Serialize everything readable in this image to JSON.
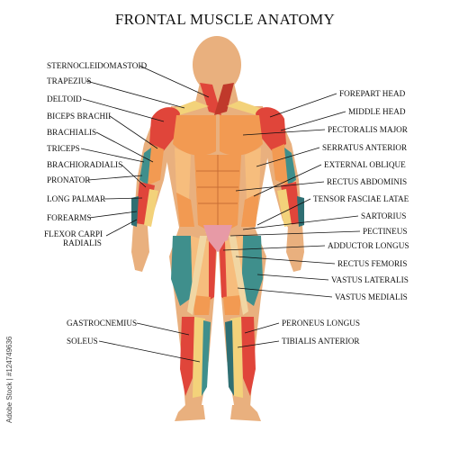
{
  "title": "FRONTAL MUSCLE ANATOMY",
  "watermark": "Adobe Stock | #124749636",
  "colors": {
    "skin": "#e9b07e",
    "skin_shadow": "#d99a66",
    "red": "#e0453a",
    "dark_red": "#c0392b",
    "orange": "#f29a52",
    "light_orange": "#f6bd7d",
    "yellow": "#f3d27a",
    "teal": "#3f8f8c",
    "dark_teal": "#2f6f73",
    "pink": "#e79aa6",
    "cream": "#f1d6a3"
  },
  "labels_left": [
    {
      "text": "STERNOCLEIDOMASTOID"
    },
    {
      "text": "TRAPEZIUS"
    },
    {
      "text": "DELTOID"
    },
    {
      "text": "BICEPS BRACHII"
    },
    {
      "text": "BRACHIALIS"
    },
    {
      "text": "TRICEPS"
    },
    {
      "text": "BRACHIORADIALIS"
    },
    {
      "text": "PRONATOR"
    },
    {
      "text": "LONG PALMAR"
    },
    {
      "text": "FOREARMS"
    },
    {
      "text": "FLEXOR CARPI"
    },
    {
      "text": "RADIALIS"
    },
    {
      "text": "GASTROCNEMIUS"
    },
    {
      "text": "SOLEUS"
    }
  ],
  "labels_right": [
    {
      "text": "FOREPART HEAD"
    },
    {
      "text": "MIDDLE HEAD"
    },
    {
      "text": "PECTORALIS MAJOR"
    },
    {
      "text": "SERRATUS ANTERIOR"
    },
    {
      "text": "EXTERNAL OBLIQUE"
    },
    {
      "text": "RECTUS ABDOMINIS"
    },
    {
      "text": "TENSOR FASCIAE LATAE"
    },
    {
      "text": "SARTORIUS"
    },
    {
      "text": "PECTINEUS"
    },
    {
      "text": "ADDUCTOR LONGUS"
    },
    {
      "text": "RECTUS FEMORIS"
    },
    {
      "text": "VASTUS LATERALIS"
    },
    {
      "text": "VASTUS MEDIALIS"
    },
    {
      "text": "PERONEUS LONGUS"
    },
    {
      "text": "TIBIALIS ANTERIOR"
    }
  ]
}
